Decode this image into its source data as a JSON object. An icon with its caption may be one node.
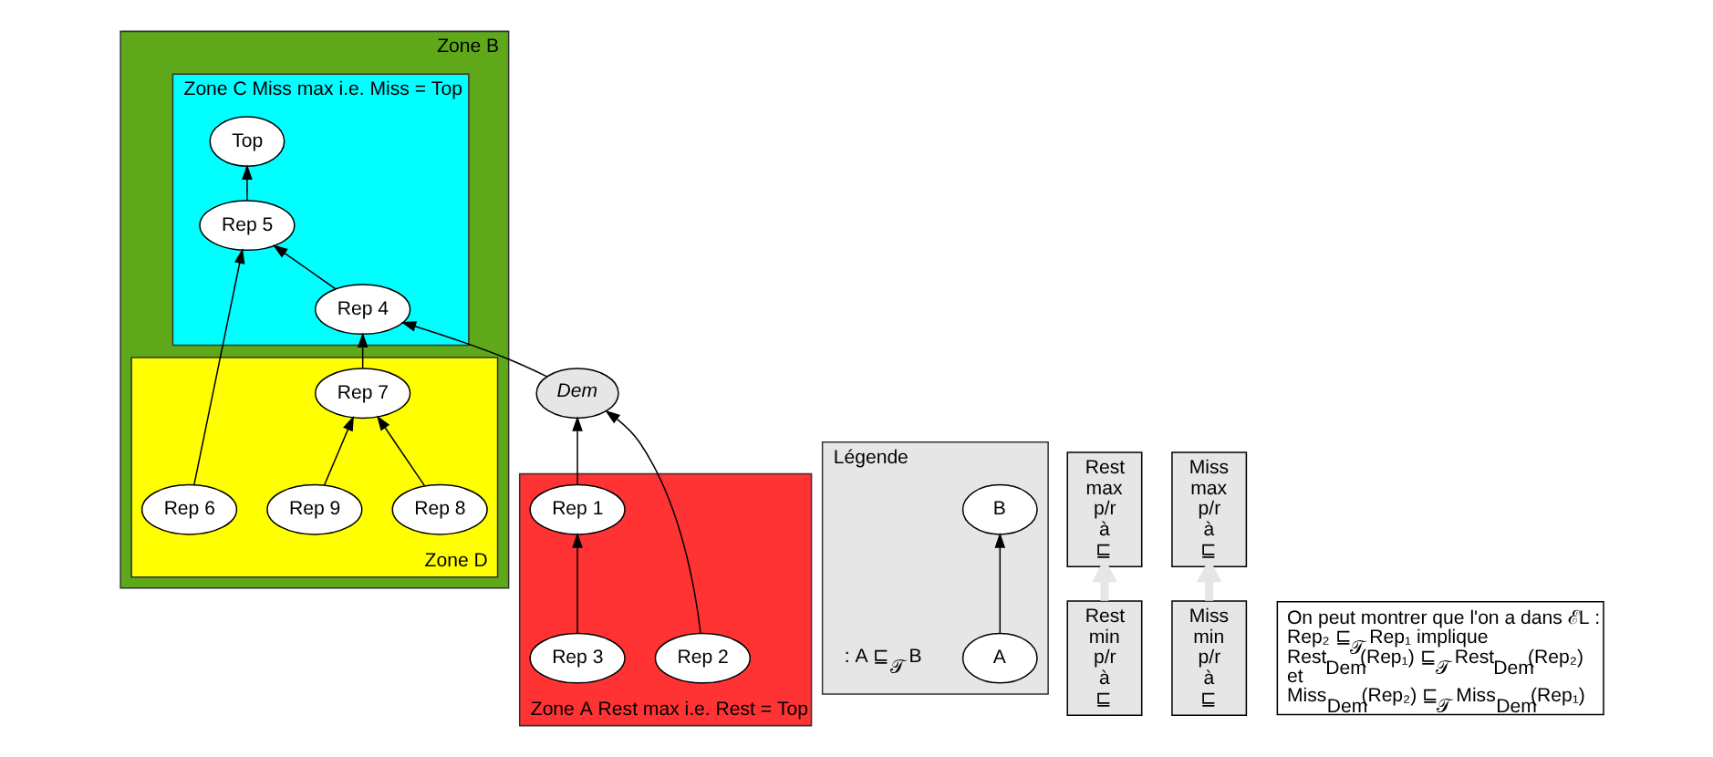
{
  "diagram": {
    "nodes": [
      {
        "text": [
          "Zone A Rest max i.e. Rest = Top"
        ]
      },
      {
        "text": [
          "Rep 1"
        ],
        "in": 0
      },
      {
        "text": [
          "Rep 2"
        ],
        "in": 0
      },
      {
        "text": [
          "Rep 3"
        ],
        "in": 0
      },
      {
        "text": [
          "Dem"
        ]
      },
      {
        "text": [
          "Zone B"
        ]
      },
      {
        "text": [
          "Zone C Miss max i.e. Miss = Top"
        ],
        "in": 5
      },
      {
        "text": [
          "Top"
        ],
        "in": 6
      },
      {
        "text": [
          "Rep 5"
        ],
        "in": 6
      },
      {
        "text": [
          "Rep 4"
        ],
        "in": 6
      },
      {
        "text": [
          "Zone D"
        ],
        "in": 5
      },
      {
        "text": [
          "Rep 6"
        ],
        "in": 10
      },
      {
        "text": [
          "Rep 7"
        ],
        "in": 10
      },
      {
        "text": [
          "Rep 8"
        ],
        "in": 10
      },
      {
        "text": [
          "Rep 9"
        ],
        "in": 10
      },
      {
        "text": [
          "Légende"
        ]
      },
      {
        "text": [
          "A"
        ],
        "in": 15
      },
      {
        "text": [
          "B"
        ],
        "in": 15
      },
      {
        "text": [
          "Rest min p/r à ⊑"
        ]
      },
      {
        "text": [
          "Rest max p/r à ⊑"
        ]
      },
      {
        "text": [
          "Miss max p/r à ⊑"
        ]
      },
      {
        "text": [
          "Miss min p/r à ⊑"
        ]
      },
      {
        "text": [
          "On peut montrer que l'on a dans ℰL :",
          "Rep₂ ⊑$_{𝒯}$ Rep₁ implique",
          "Rest$_{Dem}$(Rep₁) ⊑$_{𝒯}$ Rest$_{Dem}$(Rep₂)",
          "et",
          "Miss$_{Dem}$(Rep₂) ⊑$_{𝒯}$ Miss$_{Dem}$(Rep₁)"
        ]
      }
    ],
    "edges": [
      {
        "from": 1,
        "to": 4,
        "arrow": "to"
      },
      {
        "from": 2,
        "to": 4,
        "arrow": "to"
      },
      {
        "from": 3,
        "to": 1,
        "arrow": "to"
      },
      {
        "from": 4,
        "to": 9,
        "arrow": "to"
      },
      {
        "from": 9,
        "to": 8,
        "arrow": "to"
      },
      {
        "from": 8,
        "to": 7,
        "arrow": "to"
      },
      {
        "from": 11,
        "to": 8,
        "arrow": "to"
      },
      {
        "from": 12,
        "to": 9,
        "arrow": "to"
      },
      {
        "from": 13,
        "to": 12,
        "arrow": "to"
      },
      {
        "from": 14,
        "to": 12,
        "arrow": "to"
      },
      {
        "from": 16,
        "to": 17,
        "arrow": "to"
      },
      {
        "from": 18,
        "to": 19,
        "arrow": "to",
        "style": "thick",
        "color": "#e6e6e6"
      },
      {
        "from": 21,
        "to": 20,
        "arrow": "to",
        "style": "thick",
        "color": "#e6e6e6"
      }
    ],
    "labels": [
      ": A ⊑$_{𝒯}$ B"
    ]
  }
}
